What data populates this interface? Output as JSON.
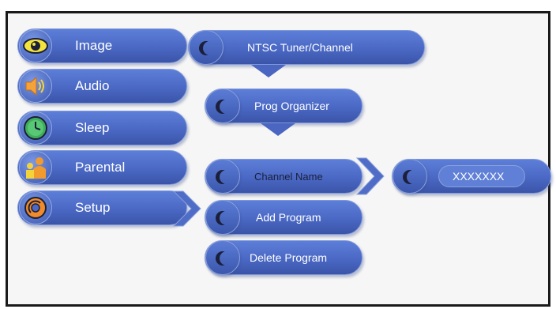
{
  "main_menu": {
    "items": [
      {
        "label": "Image",
        "icon": "eye-icon"
      },
      {
        "label": "Audio",
        "icon": "speaker-icon"
      },
      {
        "label": "Sleep",
        "icon": "clock-icon"
      },
      {
        "label": "Parental",
        "icon": "parental-icon"
      },
      {
        "label": "Setup",
        "icon": "setup-icon"
      }
    ]
  },
  "submenu": {
    "tuner_label": "NTSC Tuner/Channel",
    "prog_organizer_label": "Prog Organizer",
    "channel_name_label": "Channel Name",
    "add_program_label": "Add Program",
    "delete_program_label": "Delete Program",
    "channel_name_value": "XXXXXXX"
  },
  "colors": {
    "pill": "#4a68c4",
    "crescent": "#1b1f3a",
    "frame": "#1a1a1a"
  }
}
